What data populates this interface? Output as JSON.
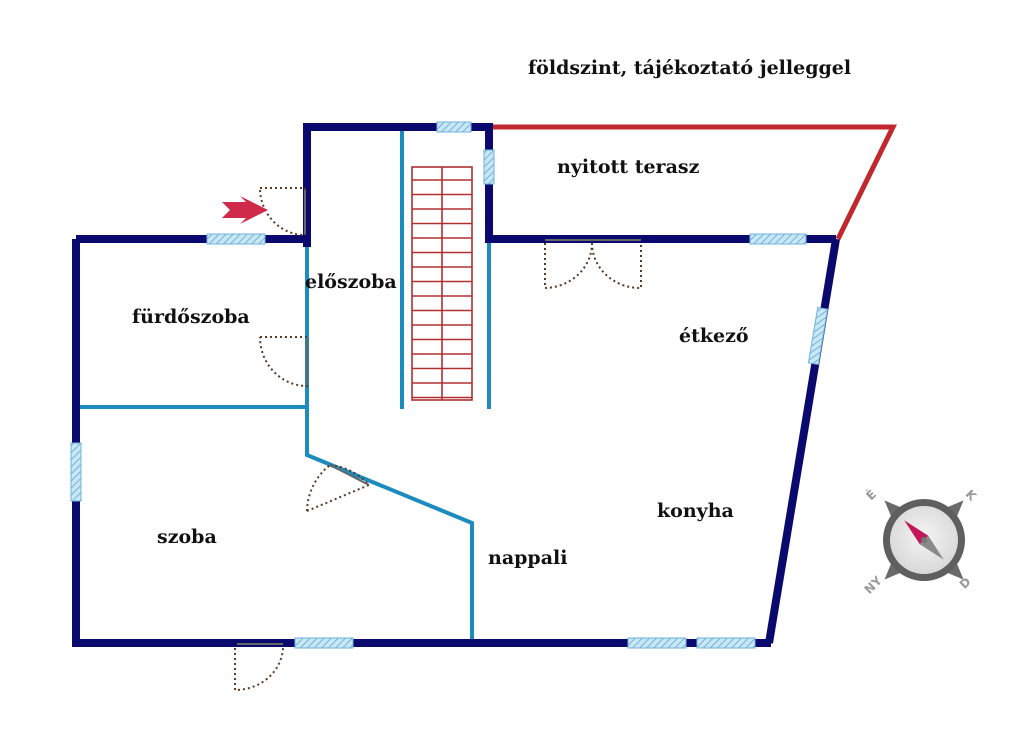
{
  "title": "földszint, tájékoztató jelleggel",
  "rooms": {
    "terrace": "nyitott terasz",
    "hall": "előszoba",
    "bathroom": "fürdőszoba",
    "dining": "étkező",
    "kitchen": "konyha",
    "room": "szoba",
    "living": "nappali"
  },
  "compass": {
    "north": "É",
    "east": "K",
    "south": "D",
    "west": "NY"
  },
  "colors": {
    "outer_wall": "#0a0a6e",
    "inner_wall": "#1b8bc0",
    "terrace_outline": "#c0282d",
    "stairs": "#b03030",
    "entrance_arrow": "#d02a4a",
    "door_swing": "#5a3a20",
    "window": "#9fd0ea"
  }
}
